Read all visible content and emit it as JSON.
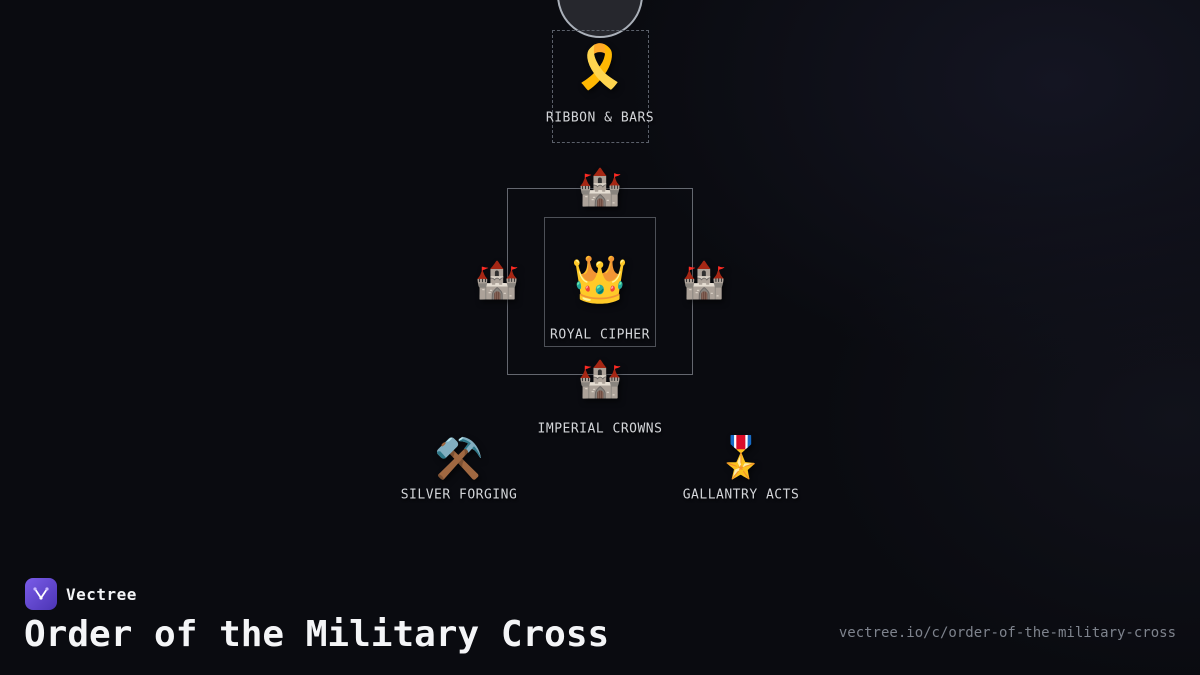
{
  "nodes": {
    "ribbon_bars": {
      "label": "RIBBON & BARS",
      "icon": "🎗️"
    },
    "royal_cipher": {
      "label": "ROYAL CIPHER",
      "icon": "👑"
    },
    "imperial_crowns": {
      "label": "IMPERIAL CROWNS",
      "icon": "🏰"
    },
    "silver_forging": {
      "label": "SILVER FORGING",
      "icon": "⚒️"
    },
    "gallantry_acts": {
      "label": "GALLANTRY ACTS",
      "icon": "🎖️"
    }
  },
  "footer": {
    "brand": "Vectree",
    "title": "Order of the Military Cross",
    "url": "vectree.io/c/order-of-the-military-cross"
  },
  "colors": {
    "background": "#0a0b10",
    "accent": "#6d4fd8",
    "line": "#aab0b9",
    "label": "#d3d5d9"
  }
}
